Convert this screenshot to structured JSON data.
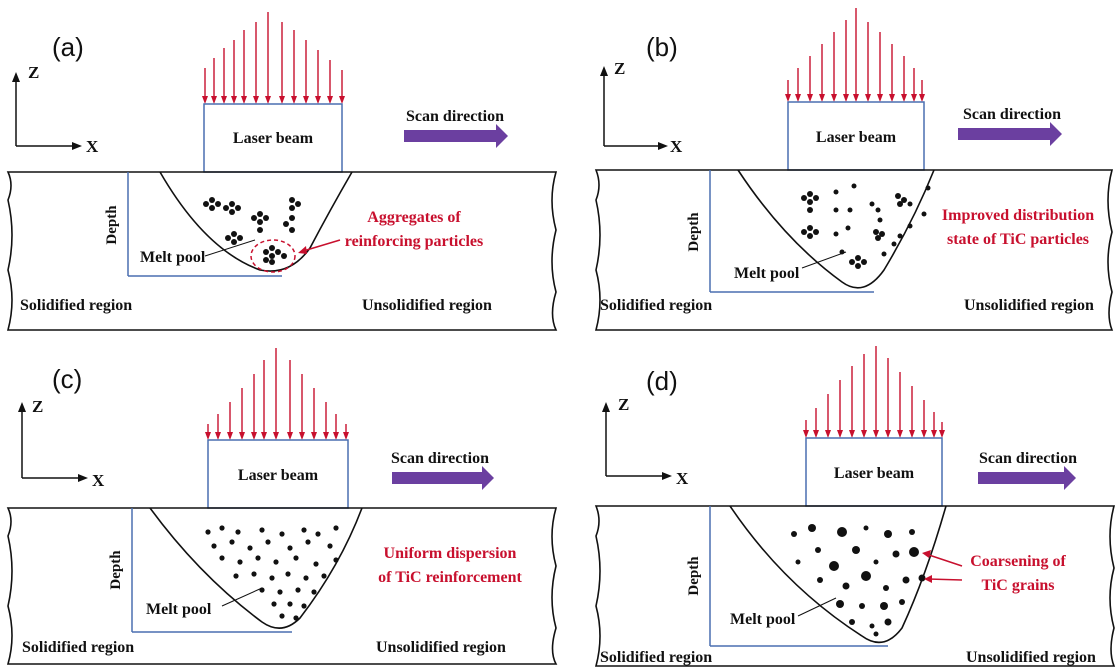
{
  "colors": {
    "laser": "#c8102e",
    "arrow": "#6b3fa0",
    "frame": "#4a6fb0",
    "annotation": "#c8102e",
    "ink": "#111111"
  },
  "common": {
    "z_axis": "Z",
    "x_axis": "X",
    "laser_beam": "Laser beam",
    "scan_direction": "Scan direction",
    "depth": "Depth",
    "melt_pool": "Melt pool",
    "solidified": "Solidified region",
    "unsolidified": "Unsolidified region"
  },
  "panels": [
    {
      "label": "(a)",
      "note_line1": "Aggregates of",
      "note_line2": "reinforcing particles"
    },
    {
      "label": "(b)",
      "note_line1": "Improved distribution",
      "note_line2": "state of TiC particles"
    },
    {
      "label": "(c)",
      "note_line1": "Uniform dispersion",
      "note_line2": "of TiC reinforcement"
    },
    {
      "label": "(d)",
      "note_line1": "Coarsening of",
      "note_line2": "TiC grains"
    }
  ]
}
